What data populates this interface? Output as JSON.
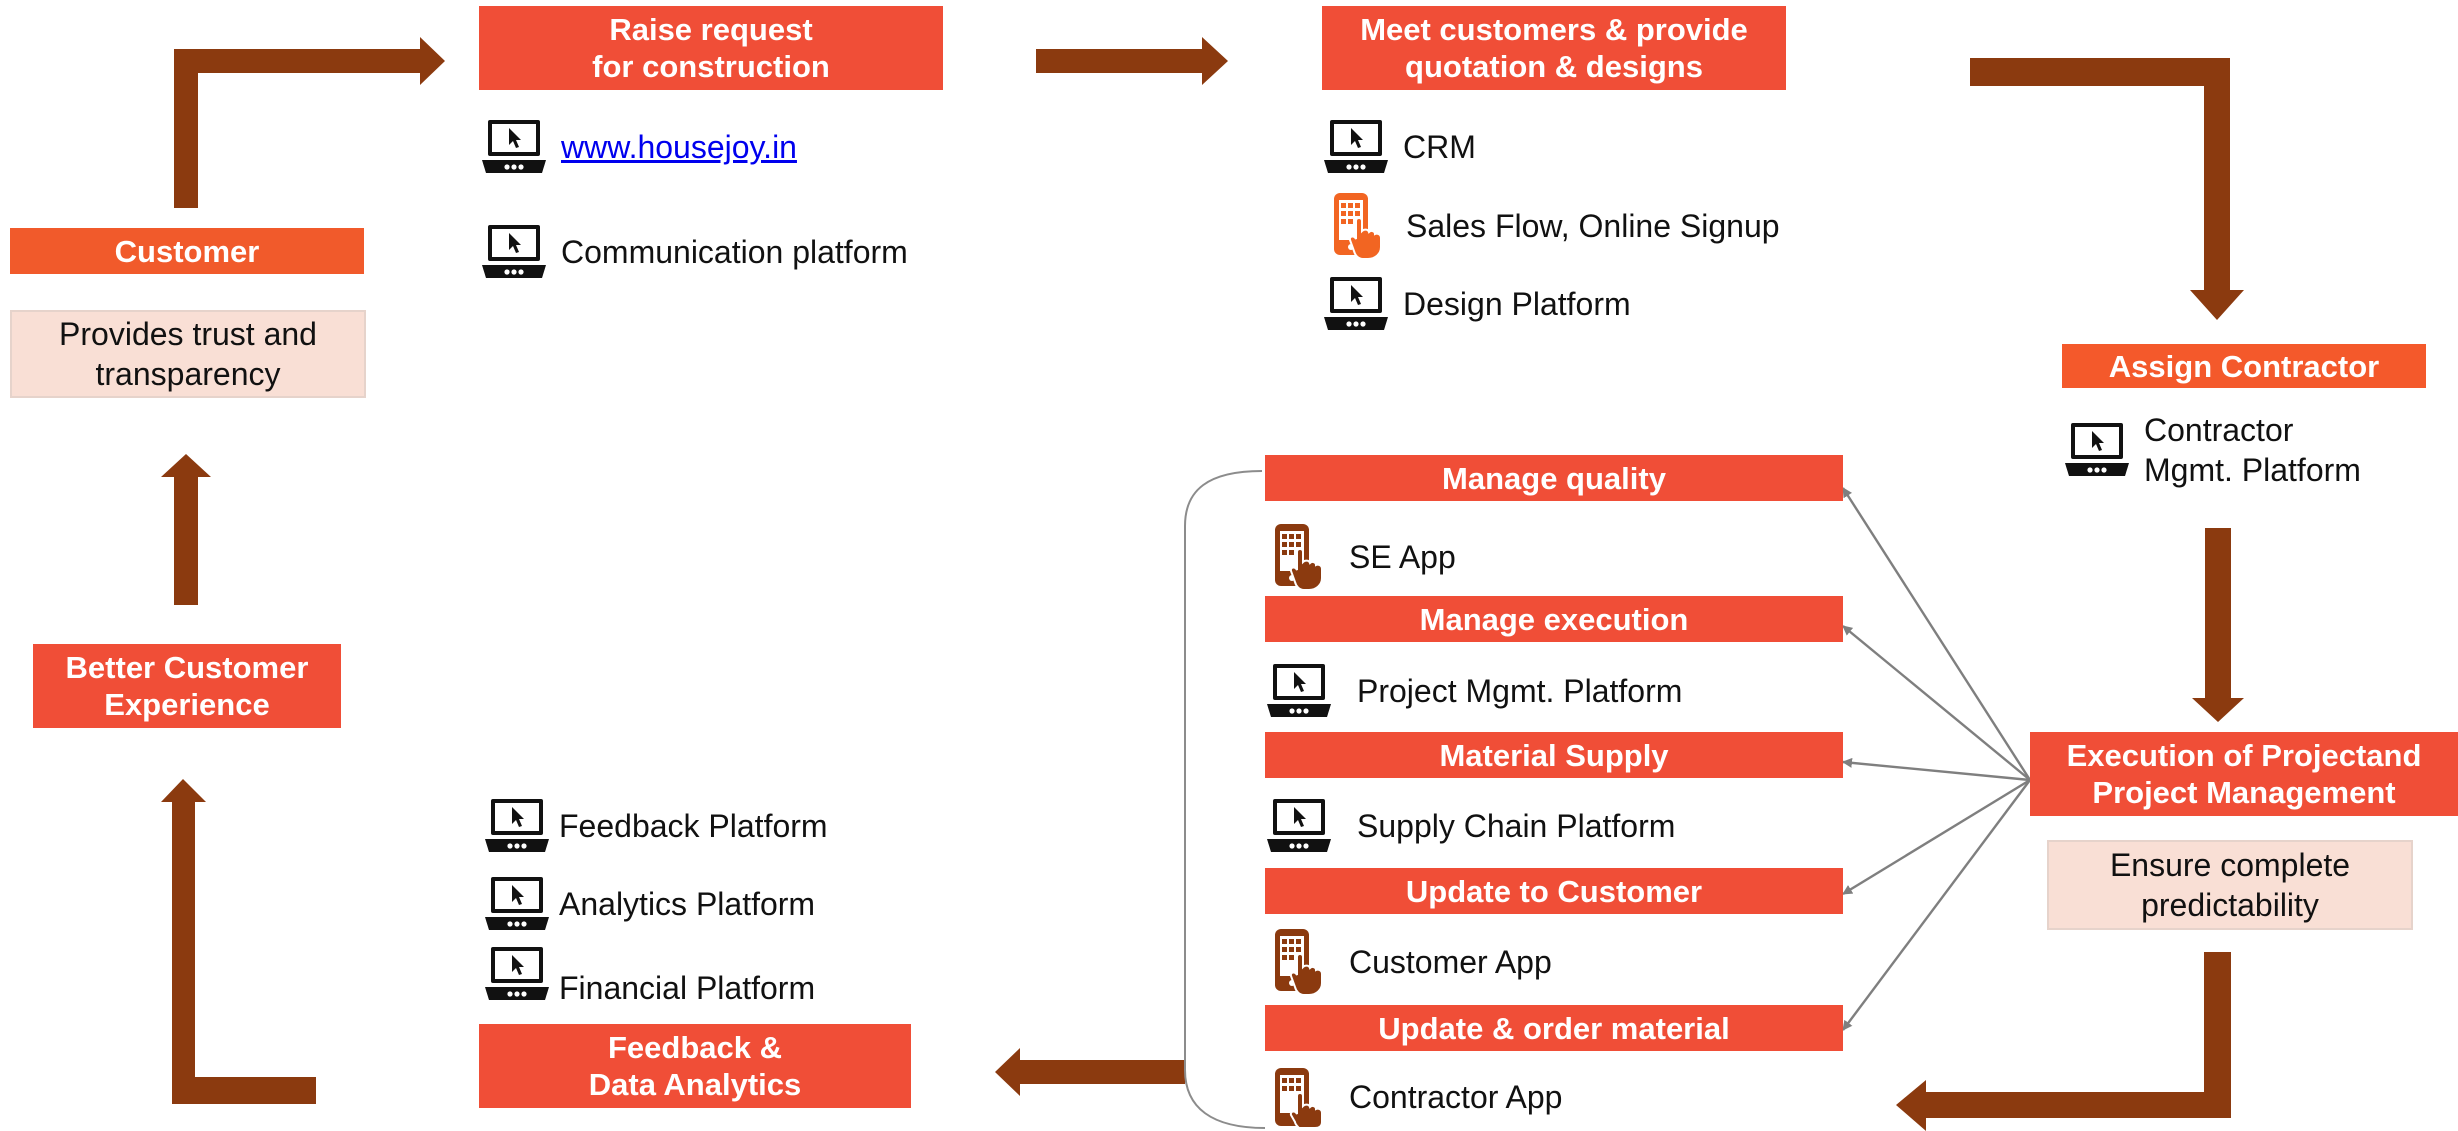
{
  "stages": {
    "raise_request": "Raise request\nfor construction",
    "meet_customers": "Meet customers & provide\nquotation & designs",
    "customer": "Customer",
    "customer_note": "Provides trust and\ntransparency",
    "assign_contractor": "Assign Contractor",
    "better_experience": "Better Customer\nExperience",
    "execution": "Execution of Projectand\nProject Management",
    "execution_note": "Ensure complete\npredictability",
    "feedback": "Feedback &\nData Analytics",
    "manage_quality": "Manage quality",
    "manage_execution": "Manage execution",
    "material_supply": "Material Supply",
    "update_customer": "Update to Customer",
    "update_order": "Update & order material"
  },
  "tools": {
    "website": "www.housejoy.in",
    "communication": "Communication platform",
    "crm": "CRM",
    "sales_flow": "Sales Flow,  Online  Signup",
    "design": "Design Platform",
    "contractor_mgmt": "Contractor\nMgmt. Platform",
    "se_app": "SE App",
    "project_mgmt": "Project Mgmt. Platform",
    "supply_chain": "Supply Chain Platform",
    "customer_app": "Customer App",
    "contractor_app": "Contractor App",
    "feedback_platform": "Feedback Platform",
    "analytics_platform": "Analytics Platform",
    "financial_platform": "Financial Platform"
  },
  "icons": {
    "laptop": "laptop-cursor-icon",
    "phone_orange": "phone-tap-icon",
    "phone_brown": "phone-tap-icon"
  },
  "colors": {
    "header": "#f04e37",
    "header_alt": "#f15a2b",
    "note_bg": "#f9dfd5",
    "flow_arrow": "#8b3a0f",
    "thin_arrow": "#7f7f7f",
    "link": "#0000ee",
    "phone_orange": "#f26522",
    "phone_brown": "#8b3a0f"
  }
}
